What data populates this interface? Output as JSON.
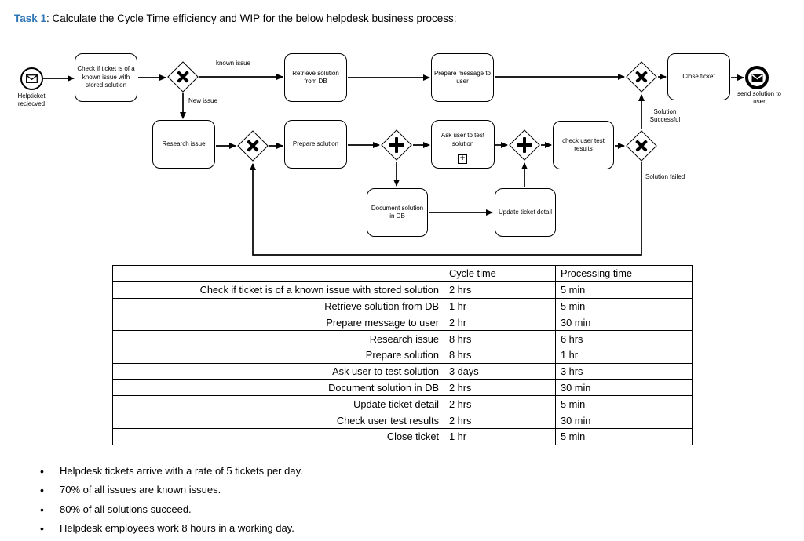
{
  "title": {
    "prefix": "Task 1",
    "rest": ": Calculate the Cycle Time efficiency and WIP for the below helpdesk business process:"
  },
  "diagram": {
    "events": {
      "start_label": "Helpticket reciecved",
      "end_label": "send solution to user"
    },
    "tasks": {
      "check": "Check if ticket is of a known issue with stored solution",
      "retrieve": "Retrieve solution from DB",
      "prepare_message": "Prepare message to user",
      "close": "Close ticket",
      "research": "Research issue",
      "prepare_solution": "Prepare solution",
      "ask_user": "Ask user to test solution",
      "check_results": "check user test results",
      "document": "Document solution in DB",
      "update": "Update ticket detail"
    },
    "edge_labels": {
      "known_issue": "known issue",
      "new_issue": "New issue",
      "solution_successful": "Solution Successful",
      "solution_failed": "Solution failed"
    },
    "icons": {
      "start_event": "envelope-outline",
      "end_event": "envelope-filled",
      "exclusive_gateway": "x-cross-shape",
      "parallel_gateway": "plus-cross-shape",
      "subprocess_marker": "+"
    }
  },
  "table": {
    "headers": [
      "",
      "Cycle time",
      "Processing time"
    ],
    "rows": [
      [
        "Check if ticket is of a known issue with stored solution",
        "2 hrs",
        "5 min"
      ],
      [
        "Retrieve solution from DB",
        "1 hr",
        "5 min"
      ],
      [
        "Prepare message to user",
        "2 hr",
        "30 min"
      ],
      [
        "Research issue",
        "8 hrs",
        "6 hrs"
      ],
      [
        "Prepare solution",
        "8 hrs",
        "1 hr"
      ],
      [
        "Ask user to test solution",
        "3 days",
        "3 hrs"
      ],
      [
        "Document solution in DB",
        "2 hrs",
        "30 min"
      ],
      [
        "Update ticket detail",
        "2 hrs",
        "5 min"
      ],
      [
        "Check user test results",
        "2 hrs",
        "30 min"
      ],
      [
        "Close ticket",
        "1 hr",
        "5 min"
      ]
    ]
  },
  "notes": [
    "Helpdesk tickets arrive with a rate of 5 tickets per day.",
    "70% of all issues are known issues.",
    "80% of all solutions succeed.",
    "Helpdesk employees work 8 hours in a working day."
  ],
  "bullet_glyph": "•"
}
